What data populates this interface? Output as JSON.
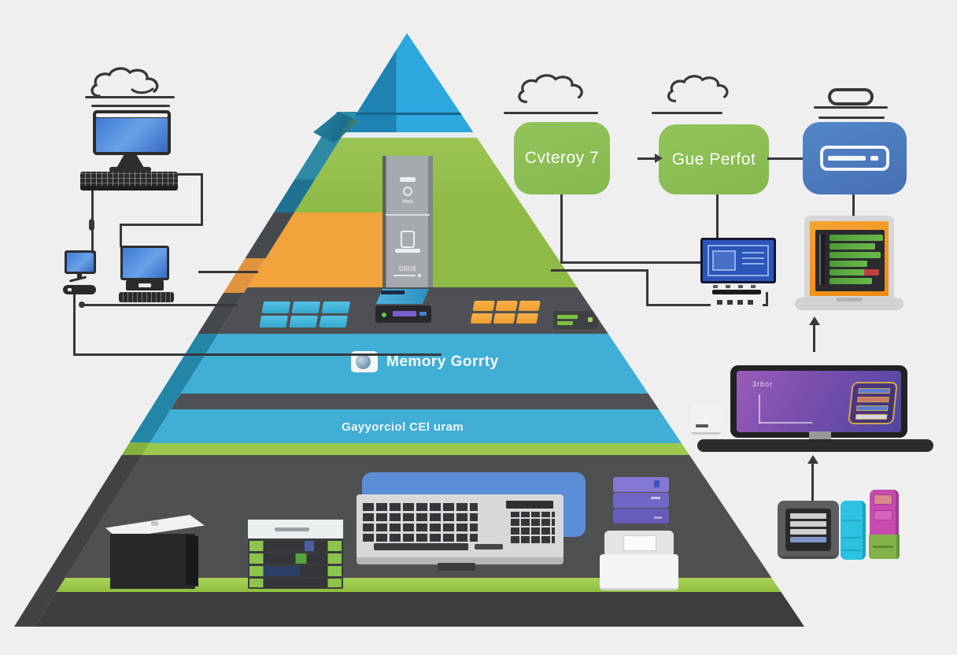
{
  "scene": {
    "description": "Isometric memory hierarchy pyramid diagram surrounded by line-art computers, flowchart boxes and hardware components"
  },
  "pyramid": {
    "band1_label": "Memory Gorrty",
    "band2_label": "Gayyorciol CEl uram",
    "tower": {
      "top_label": "Iwss",
      "bottom_label": "DSUS"
    }
  },
  "flowchart": {
    "box1_label": "Cvteroy 7",
    "box2_label": "Gue Perfot"
  },
  "right_monitor": {
    "screen_label": "3rbor"
  },
  "colors": {
    "background": "#efeff0",
    "apex_blue": "#2ba7e0",
    "band_green": "#93bf4c",
    "band_orange": "#f2a33b",
    "band_blue": "#41aed6",
    "band_dark": "#4e5053",
    "base_dark": "#4f5052",
    "stripe_green": "#9cc84d",
    "facet_teal": "#2486a7",
    "flow_green": "#8cbf55",
    "flow_blue": "#4c80c4",
    "laptop_orange": "#f2911f",
    "screen_purple": "#7b4fae",
    "component_cyan": "#2cc2e2",
    "component_magenta": "#c84bb0",
    "component_green": "#82b24a",
    "line_art": "#38383a"
  }
}
